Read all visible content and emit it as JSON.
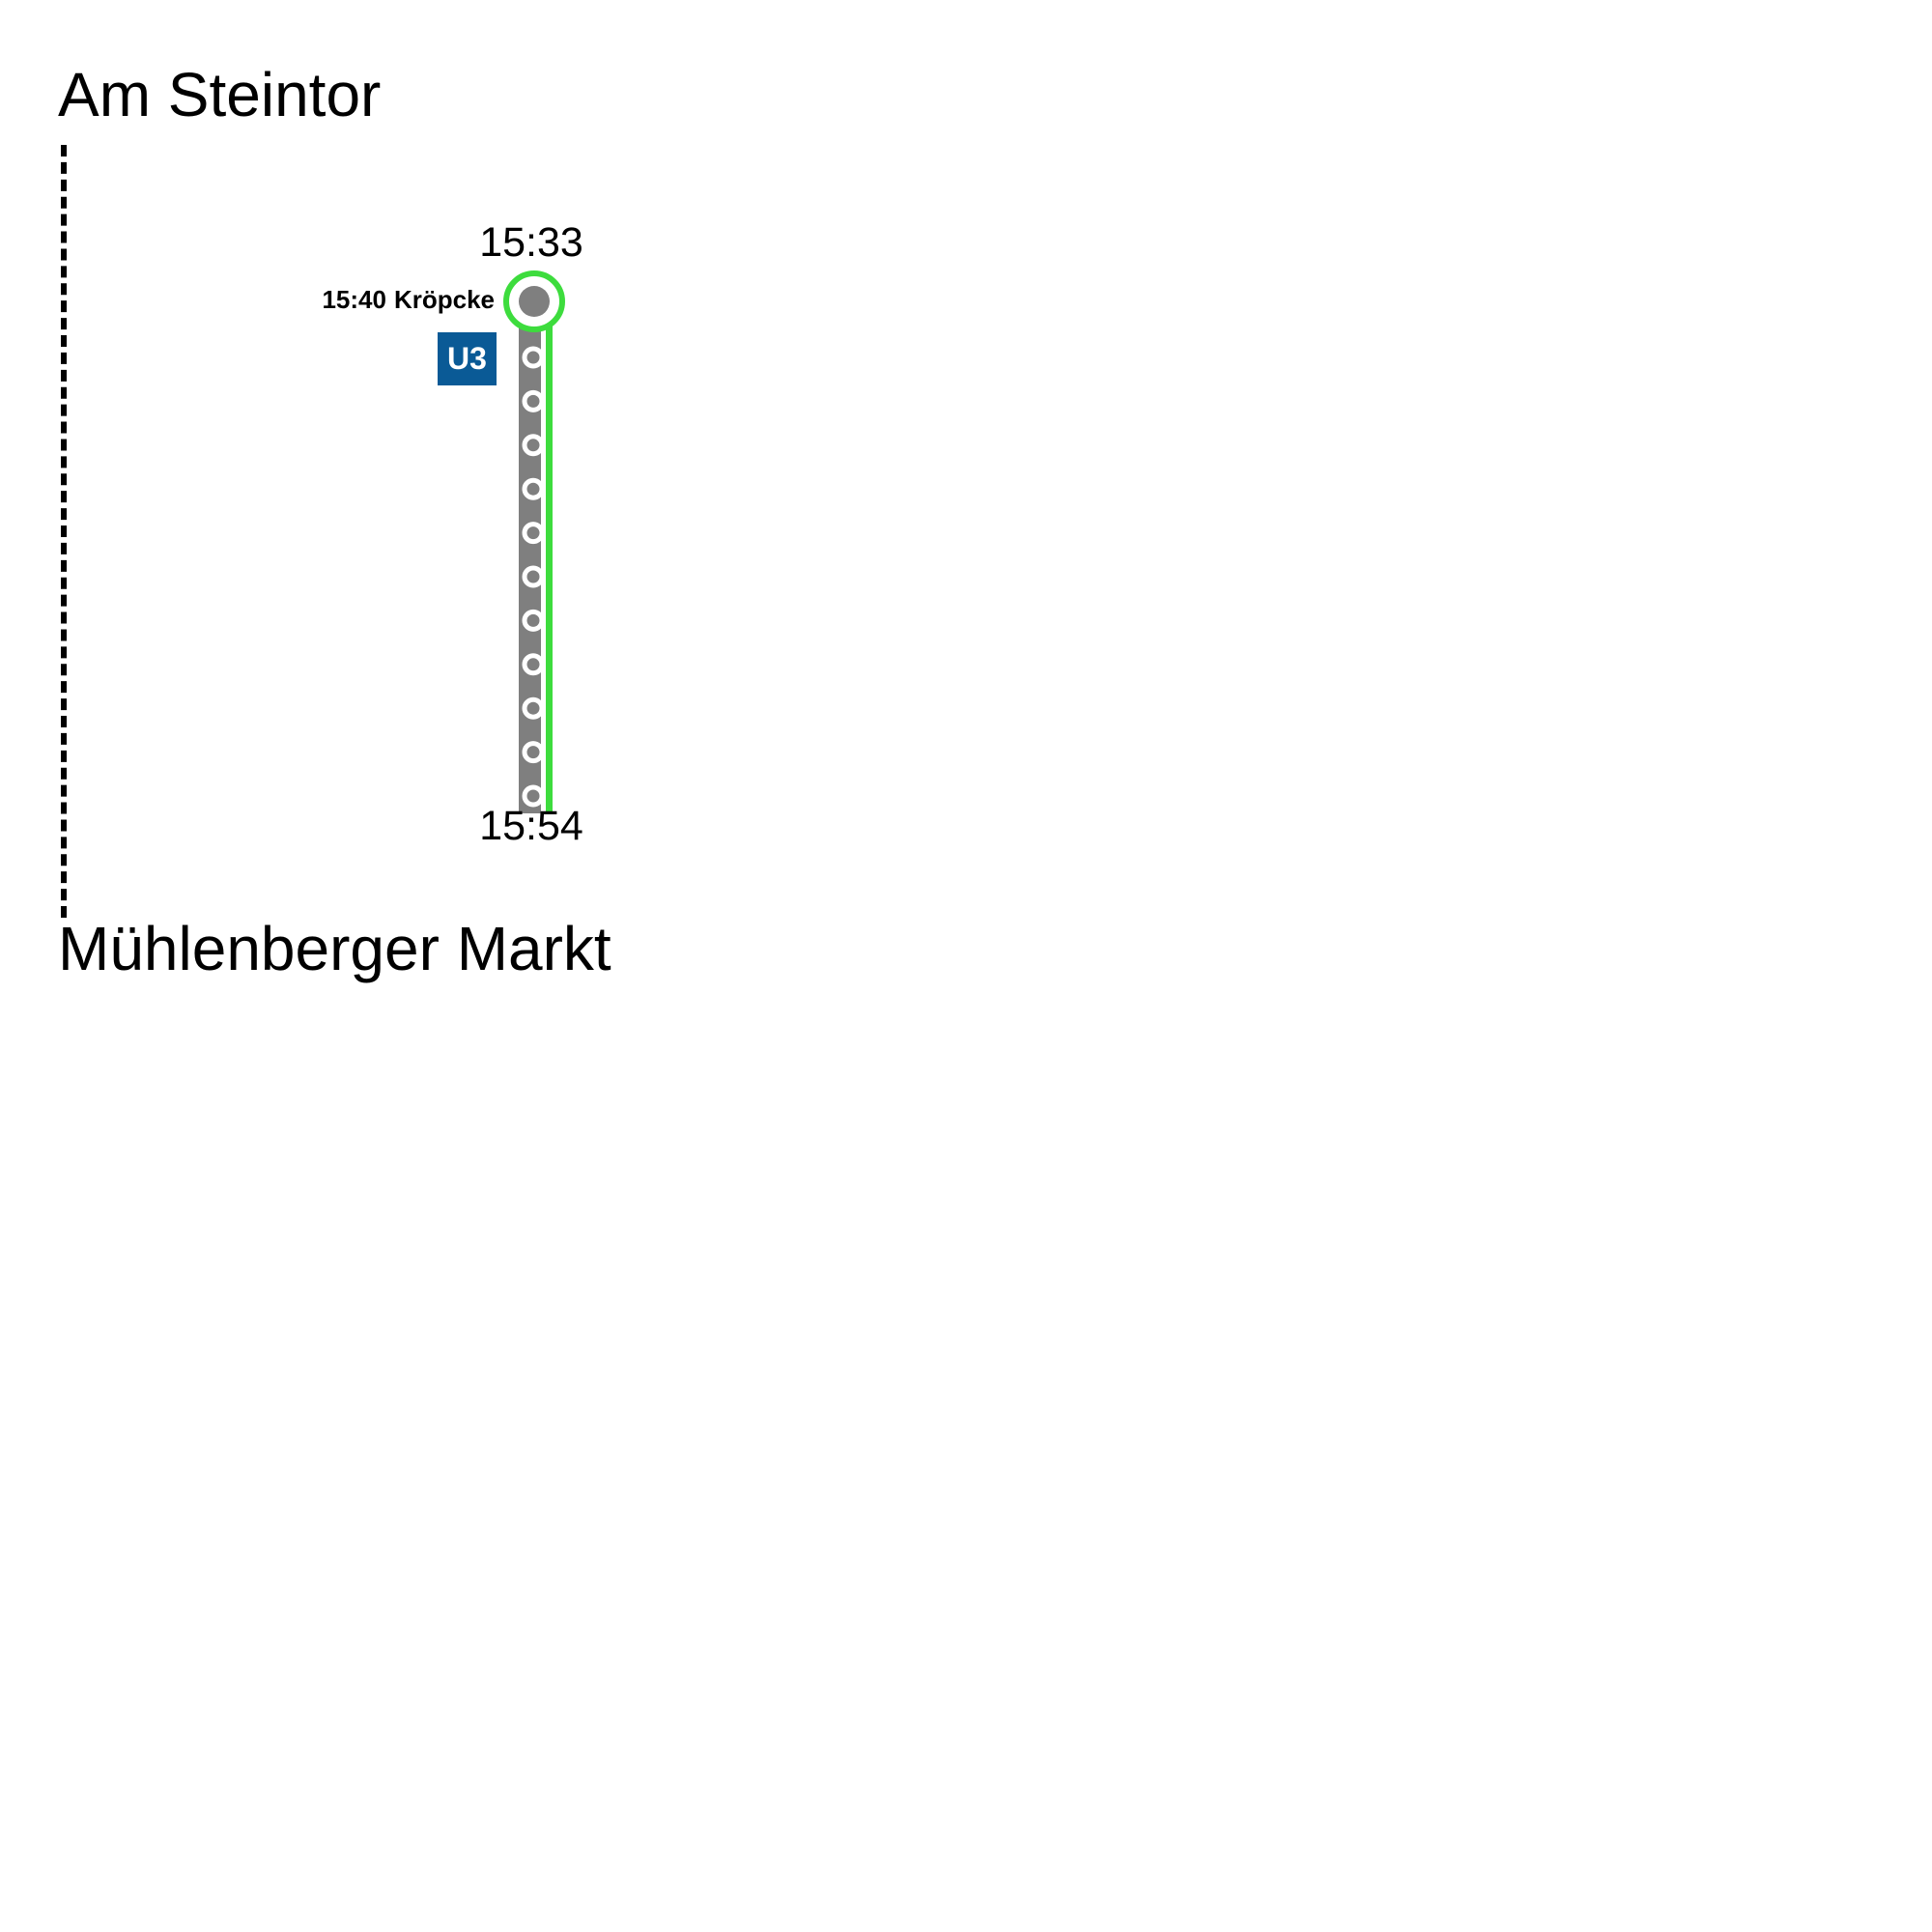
{
  "journey": {
    "start_stop": "Am Steintor",
    "end_stop": "Mühlenberger Markt",
    "departure_time": "15:33",
    "arrival_time": "15:54",
    "change": {
      "time": "15:40",
      "stop": "Kröpcke"
    },
    "line": {
      "name": "U3",
      "badge_color": "#0a5a96"
    },
    "intermediate_stop_count": 11
  },
  "colors": {
    "track": "#7f7f7f",
    "progress": "#3ddc3d",
    "walk": "#000000"
  }
}
